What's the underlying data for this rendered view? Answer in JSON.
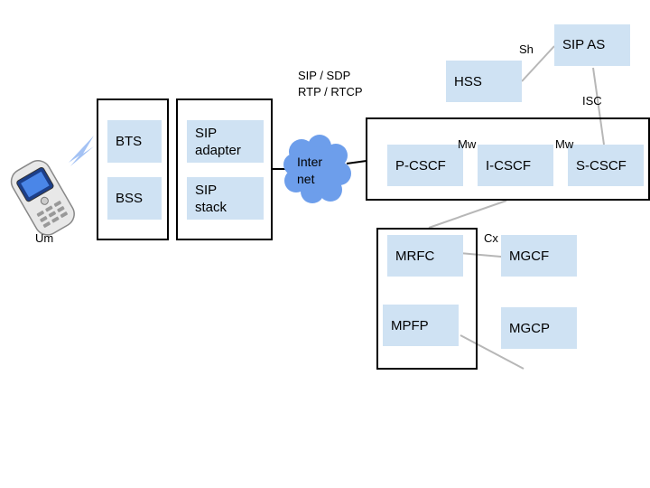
{
  "diagram": {
    "nodes": {
      "bts": "BTS",
      "bss": "BSS",
      "sip_adapter": "SIP\nadapter",
      "sip_stack": "SIP\nstack",
      "internet": "Inter\nnet",
      "pcscf": "P-CSCF",
      "icscf": "I-CSCF",
      "scscf": "S-CSCF",
      "hss": "HSS",
      "sipas": "SIP AS",
      "mrfc": "MRFC",
      "mgcf": "MGCF",
      "mpfp": "MPFP",
      "mgcp": "MGCP"
    },
    "labels": {
      "protocols": "SIP / SDP\nRTP / RTCP",
      "um": "Um",
      "sh": "Sh",
      "isc": "ISC",
      "mw1": "Mw",
      "mw2": "Mw",
      "cx": "Cx"
    },
    "colors": {
      "box_fill": "#cfe2f3",
      "cloud_fill": "#6d9eeb",
      "link": "#b7b7b7",
      "border": "#000000"
    }
  }
}
